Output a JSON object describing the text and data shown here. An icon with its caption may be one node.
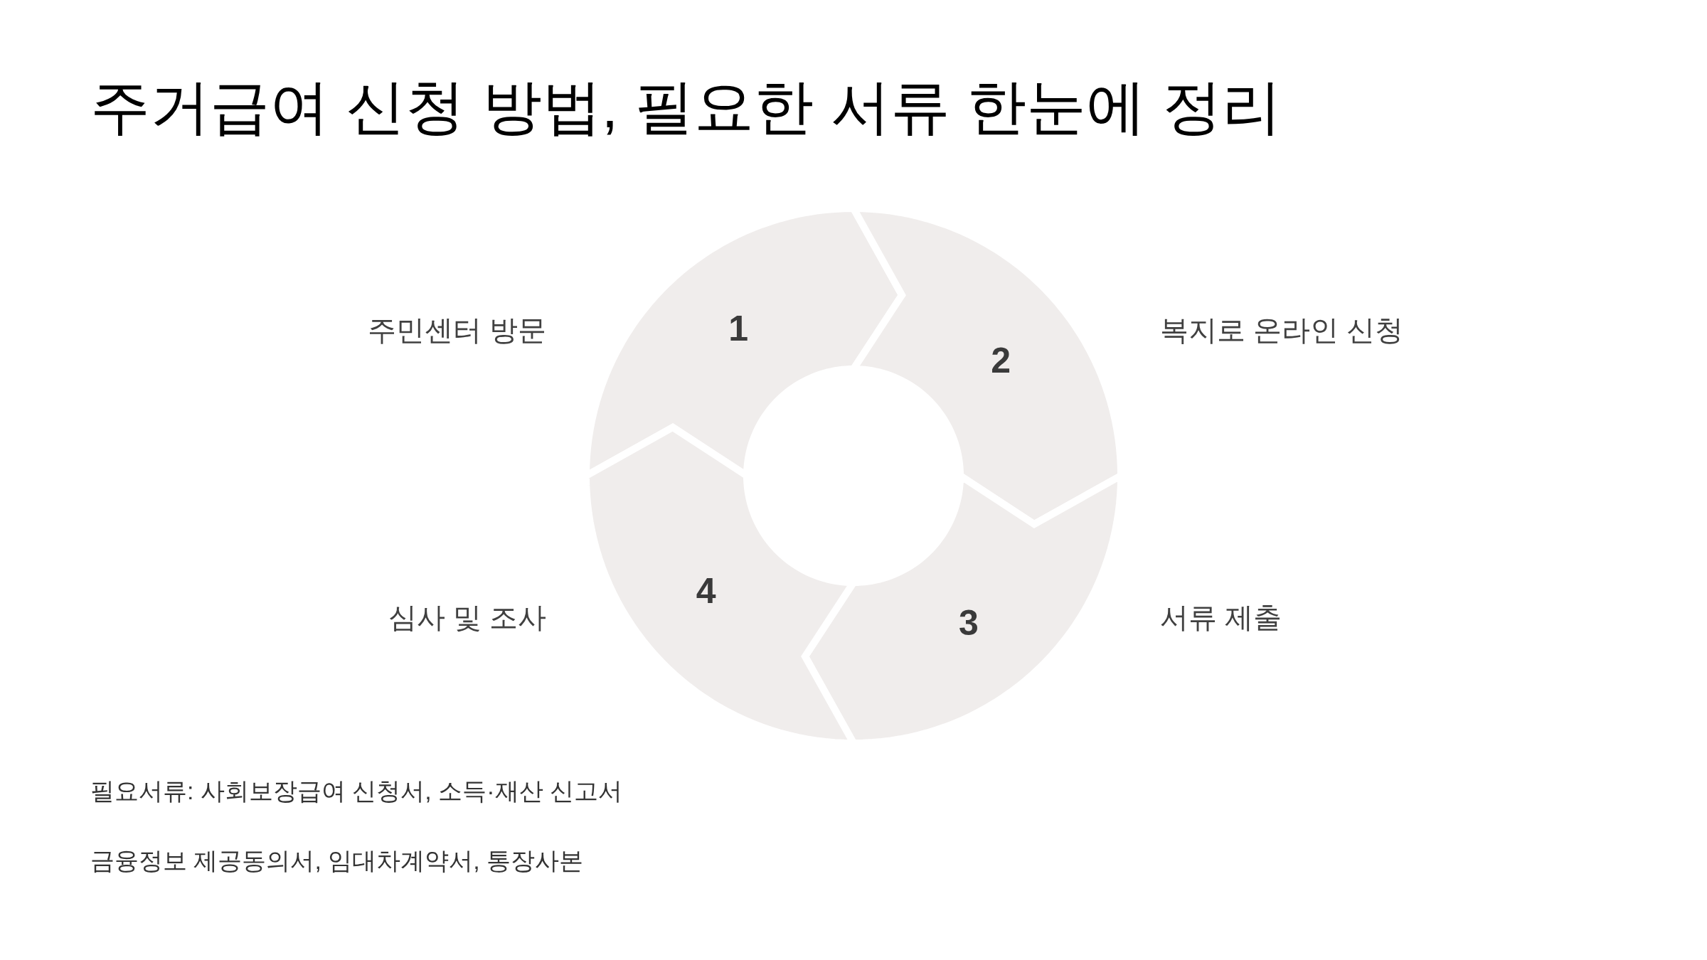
{
  "diagram": {
    "title": "주거급여 신청 방법, 필요한 서류 한눈에 정리",
    "nodes": [
      {
        "text": [
          "1"
        ],
        "beside": [
          "주민센터 방문"
        ]
      },
      {
        "text": [
          "2"
        ],
        "beside": [
          "복지로 온라인 신청"
        ]
      },
      {
        "text": [
          "3"
        ],
        "beside": [
          "서류 제출"
        ]
      },
      {
        "text": [
          "4"
        ],
        "beside": [
          "심사 및 조사"
        ]
      }
    ],
    "labels": [
      "필요서류: 사회보장급여 신청서, 소득·재산 신고서",
      "금융정보 제공동의서, 임대차계약서, 통장사본"
    ]
  }
}
